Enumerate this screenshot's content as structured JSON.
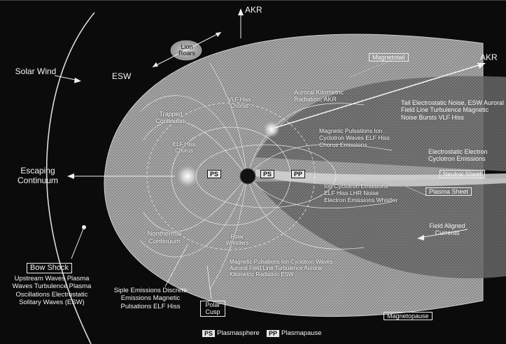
{
  "diagram": {
    "labels": {
      "akr_top": "AKR",
      "akr_right": "AKR",
      "lion_roars": "Lion Roars",
      "magnetotail": "Magnetotail",
      "solar_wind": "Solar Wind",
      "esw": "ESW",
      "trapped_continuum": "Trapped Continuum",
      "elf_hiss_chorus": "ELF Hiss Chorus",
      "vlf_hiss_chorus": "VLF Hiss Chorus",
      "auroral_kilometric": "Auroral Kilometric Radiation, AKR",
      "tail_noise": "Tail Electrostatic Noise, ESW Auroral Field Line Turbulence Magnetic Noise Bursts VLF Hiss",
      "magnetic_pulsations_group": "Magnetic Pulsations Ion Cyclotron Waves ELF Hiss Chorus Emissions",
      "electrostatic_electron": "Electrostatic Electron Cyclotron Emissions",
      "neutral_sheet": "Neutral Sheet",
      "escaping_continuum": "Escaping Continuum",
      "ps_left": "PS",
      "ps_right": "PS",
      "pp": "PP",
      "ion_cyclotron_group": "Ion Cyclotron Emissions ELF Hiss LHR Noise Electron Emissions Whistler",
      "plasma_sheet": "Plasma Sheet",
      "nonthermal_continuum": "Nonthermal Continuum",
      "field_aligned_currents": "Field Aligned Currents",
      "polar_whistlers": "Polar Whistlers",
      "polar_group": "Magnetic Pulsations Ion Cyclotron Waves Auroral Field Line Turbulence Auroral Kilometric Radiation ESW",
      "bow_shock": "Bow Shock",
      "bow_shock_list": "Upstream Waves Plasma Waves Turbulence Plasma Oscillations Electrostatic Solitary Waves (ESW)",
      "siple_group": "Siple Emissions Discrete Emissions Magnetic Pulsations ELF Hiss",
      "polar_cusp": "Polar Cusp",
      "magnetopause": "Magnetopause",
      "legend_ps_key": "PS",
      "legend_ps": "Plasmasphere",
      "legend_pp_key": "PP",
      "legend_pp": "Plasmapause"
    }
  }
}
